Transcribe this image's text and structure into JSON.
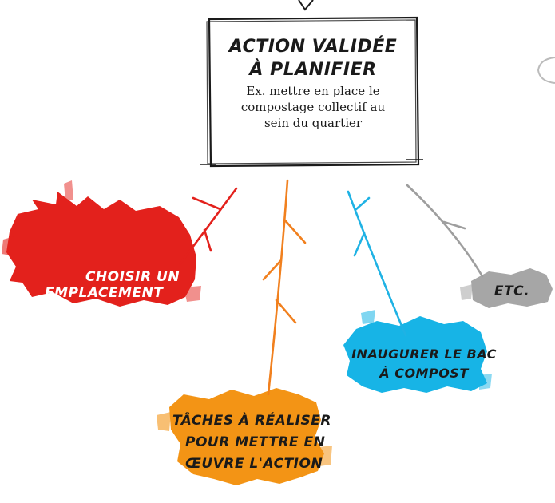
{
  "central": {
    "title_line1": "ACTION VALIDÉE",
    "title_line2": "À PLANIFIER",
    "example_line1": "Ex. mettre en place le",
    "example_line2": "compostage collectif au",
    "example_line3": "sein du quartier"
  },
  "branches": [
    {
      "id": "red",
      "color": "#e3211c",
      "line1": "CHOISIR UN",
      "line2": "EMPLACEMENT",
      "text_color": "#ffffff"
    },
    {
      "id": "orange",
      "color": "#f39415",
      "line1": "TÂCHES À RÉALISER",
      "line2": "POUR METTRE EN",
      "line3": "ŒUVRE L'ACTION",
      "text_color": "#1a1a1a"
    },
    {
      "id": "blue",
      "color": "#17b4e6",
      "line1": "INAUGURER LE BAC",
      "line2": "À COMPOST",
      "text_color": "#1a1a1a"
    },
    {
      "id": "gray",
      "color": "#a6a6a6",
      "line1": "ETC.",
      "text_color": "#1a1a1a"
    }
  ]
}
